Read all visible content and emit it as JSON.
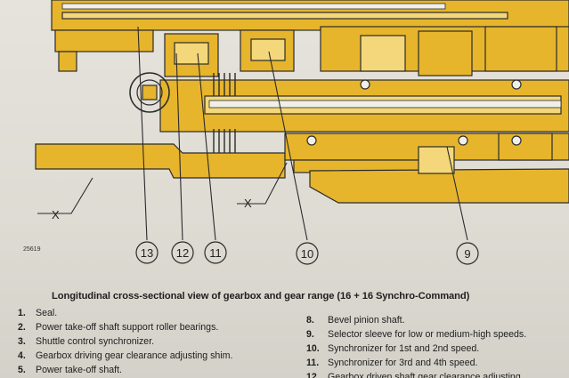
{
  "figure": {
    "callouts": [
      "13",
      "12",
      "11",
      "10",
      "9"
    ],
    "x_labels": [
      "X",
      "X"
    ],
    "ref_code": "25619",
    "colors": {
      "metal": "#e7b52c",
      "line": "#2b2b2b",
      "paper": "#e3e0d9"
    }
  },
  "caption": "Longitudinal cross-sectional view of gearbox and gear range (16 + 16 Synchro-Command)",
  "legend_left": [
    {
      "num": "1.",
      "text": "Seal."
    },
    {
      "num": "2.",
      "text": "Power take-off shaft support roller bearings."
    },
    {
      "num": "3.",
      "text": "Shuttle control synchronizer."
    },
    {
      "num": "4.",
      "text": "Gearbox driving gear clearance adjusting shim."
    },
    {
      "num": "5.",
      "text": "Power take-off shaft."
    }
  ],
  "legend_right": [
    {
      "num": "8.",
      "text": "Bevel pinion shaft."
    },
    {
      "num": "9.",
      "text": "Selector sleeve for low or medium-high speeds."
    },
    {
      "num": "10.",
      "text": "Synchronizer for 1st and 2nd speed."
    },
    {
      "num": "11.",
      "text": "Synchronizer for 3rd and 4th speed."
    },
    {
      "num": "12.",
      "text": "Gearbox driven shaft gear clearance adjusting"
    }
  ]
}
